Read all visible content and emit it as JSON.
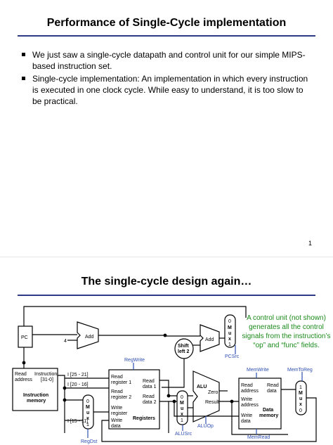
{
  "slide1": {
    "title": "Performance of Single-Cycle implementation",
    "bullets": [
      "We just saw a single-cycle datapath and control unit for our simple MIPS-based instruction set.",
      "Single-cycle implementation: An implementation in which every instruction is executed in one clock cycle. While easy to understand, it is too slow to be practical."
    ],
    "page_number": "1"
  },
  "slide2": {
    "title": "The single-cycle design again…",
    "note": "A control unit (not shown) generates all the control signals from the instruction’s “op” and “func” fields.",
    "diagram": {
      "pc": "PC",
      "add": "Add",
      "add2": "Add",
      "four": "4",
      "shift_line1": "Shift",
      "shift_line2": "left 2",
      "pcsrc": "PCSrc",
      "mux_top": [
        "0",
        "M",
        "u",
        "x",
        "1"
      ],
      "imem_read": "Read",
      "imem_addr": "address",
      "imem_instr": "Instruction",
      "imem_bits": "[31-0]",
      "imem_name1": "Instruction",
      "imem_name2": "memory",
      "bits_25_21": "I [25 - 21]",
      "bits_20_16": "I [20 - 16]",
      "bits_15_11": "I [15 - 11]",
      "regwrite": "RegWrite",
      "reg_read1a": "Read",
      "reg_read1b": "register 1",
      "reg_data1a": "Read",
      "reg_data1b": "data 1",
      "reg_read2a": "Read",
      "reg_read2b": "register 2",
      "reg_data2a": "Read",
      "reg_data2b": "data 2",
      "reg_writea": "Write",
      "reg_writeb": "register",
      "reg_wdataa": "Write",
      "reg_wdatab": "data",
      "registers": "Registers",
      "mux_regdst": [
        "0",
        "M",
        "u",
        "x",
        "1"
      ],
      "regdst": "RegDst",
      "mux_alusrc": [
        "0",
        "M",
        "u",
        "x",
        "1"
      ],
      "alusrc": "ALUSrc",
      "alu": "ALU",
      "zero": "Zero",
      "result": "Result",
      "aluop": "ALUOp",
      "memwrite": "MemWrite",
      "memtoreg": "MemToReg",
      "dm_reada": "Read",
      "dm_readb": "address",
      "dm_rdataa": "Read",
      "dm_rdatab": "data",
      "dm_writea": "Write",
      "dm_writeb": "address",
      "dm_wdataa": "Write",
      "dm_wdatab": "data",
      "dm_name1": "Data",
      "dm_name2": "memory",
      "mux_mem": [
        "1",
        "M",
        "u",
        "x",
        "0"
      ],
      "memread": "MemRead"
    }
  },
  "colors": {
    "rule": "#2e3a87",
    "signal": "#2e4fb0",
    "note": "#1a8a1a"
  }
}
